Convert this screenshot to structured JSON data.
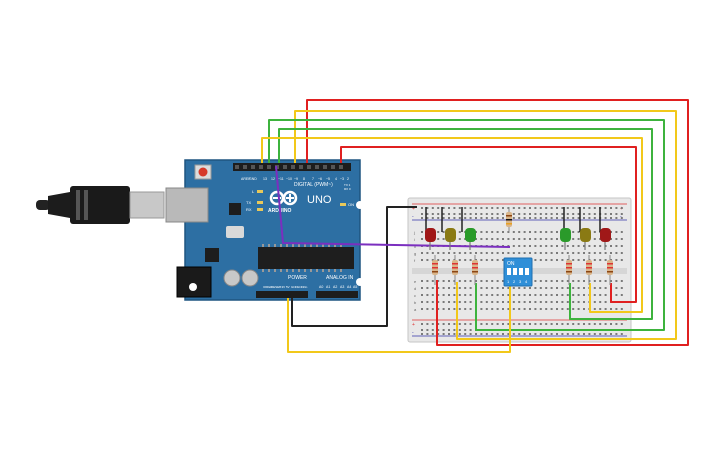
{
  "arduino": {
    "logo_text": "UNO",
    "brand_text": "ARDUINO",
    "digital_label": "DIGITAL (PWM~)",
    "power_label": "POWER",
    "analog_label": "ANALOG IN",
    "on_label": "ON",
    "l_label": "L",
    "tx_label": "TX",
    "rx_label": "RX",
    "aref_label": "AREF",
    "gnd_label": "GND",
    "pin_labels": [
      "13",
      "12",
      "~11",
      "~10",
      "~9",
      "8",
      "7",
      "~6",
      "~5",
      "4",
      "~3",
      "2",
      "TX 1",
      "RX 0"
    ],
    "power_pin_labels": [
      "IOREF",
      "RESET",
      "3.3V",
      "5V",
      "GND",
      "GND",
      "Vin"
    ],
    "analog_pin_labels": [
      "A0",
      "A1",
      "A2",
      "A3",
      "A4",
      "A5"
    ]
  },
  "dip_switch": {
    "on_label": "ON",
    "numbers": [
      "1",
      "2",
      "3",
      "4"
    ]
  },
  "breadboard": {
    "row_letters_top": [
      "j",
      "i",
      "h",
      "g",
      "f"
    ],
    "row_letters_bottom": [
      "e",
      "d",
      "c",
      "b",
      "a"
    ],
    "rail_plus": "+",
    "rail_minus": "-"
  },
  "colors": {
    "board": "#2d6fa3",
    "breadboard": "#e8e8e8",
    "wire_red": "#e02020",
    "wire_yellow": "#f2c81a",
    "wire_green": "#3db33d",
    "wire_black": "#222222",
    "wire_purple": "#7b2fbf",
    "led_red": "#a01818",
    "led_yellow": "#8a7a14",
    "led_green": "#2a9a2a",
    "dip_blue": "#2f8fd8"
  }
}
